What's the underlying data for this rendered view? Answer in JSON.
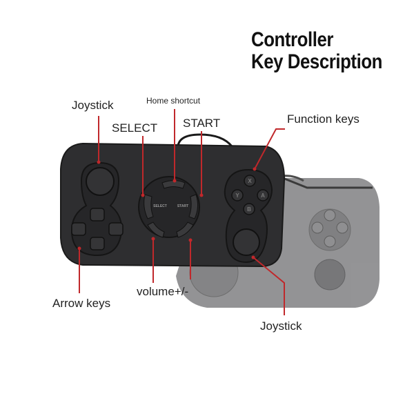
{
  "title": {
    "line1": "Controller",
    "line2": "Key Description"
  },
  "callouts": {
    "joystick_left": "Joystick",
    "home": "Home shortcut",
    "select": "SELECT",
    "start": "START",
    "function_keys": "Function keys",
    "arrow_keys": "Arrow keys",
    "volume": "volume+/-",
    "joystick_right": "Joystick"
  },
  "controller": {
    "select_print": "SELECT",
    "start_print": "START",
    "face_buttons": [
      "X",
      "Y",
      "A",
      "B"
    ]
  },
  "colors": {
    "callout": "#c0282b",
    "body": "#2c2c2e",
    "back_body": "#8c8c8e"
  }
}
